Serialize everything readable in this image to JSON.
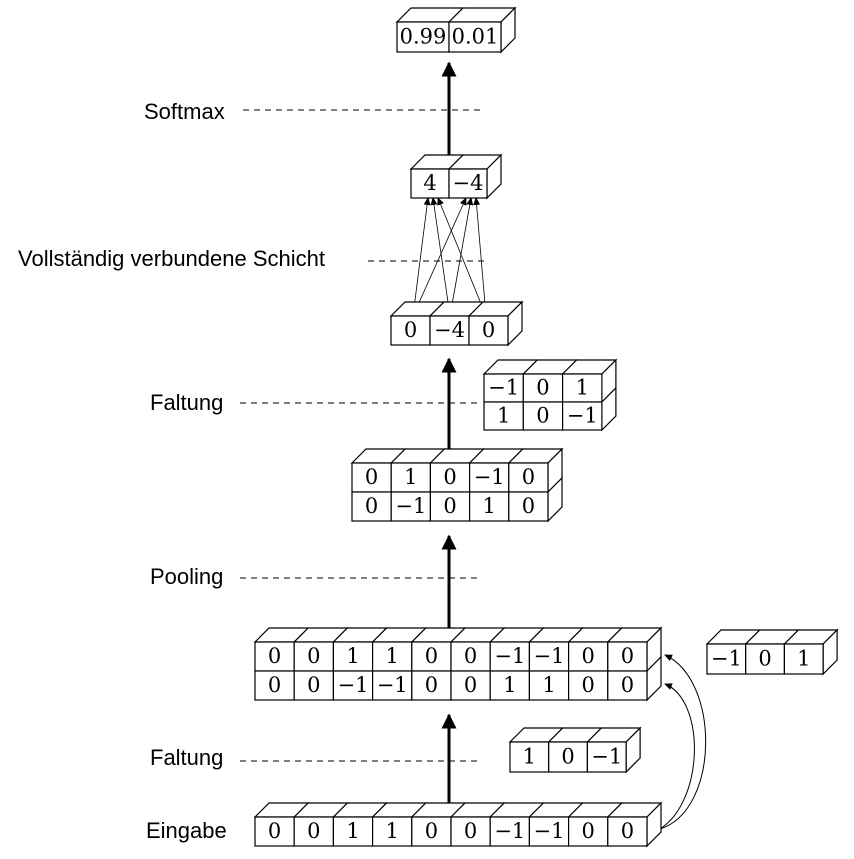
{
  "labels": {
    "softmax": "Softmax",
    "fully_connected": "Vollständig verbundene Schicht",
    "conv2": "Faltung",
    "pooling": "Pooling",
    "conv1": "Faltung",
    "input": "Eingabe"
  },
  "layers": {
    "output": [
      [
        "0.99",
        "0.01"
      ]
    ],
    "logits": [
      [
        "4",
        "−4"
      ]
    ],
    "conv2_out": [
      [
        "0",
        "−4",
        "0"
      ]
    ],
    "kernel2": [
      [
        "−1",
        "0",
        "1"
      ],
      [
        "1",
        "0",
        "−1"
      ]
    ],
    "pool_out": [
      [
        "0",
        "1",
        "0",
        "−1",
        "0"
      ],
      [
        "0",
        "−1",
        "0",
        "1",
        "0"
      ]
    ],
    "conv1_out": [
      [
        "0",
        "0",
        "1",
        "1",
        "0",
        "0",
        "−1",
        "−1",
        "0",
        "0"
      ],
      [
        "0",
        "0",
        "−1",
        "−1",
        "0",
        "0",
        "1",
        "1",
        "0",
        "0"
      ]
    ],
    "kernel_side": [
      [
        "−1",
        "0",
        "1"
      ]
    ],
    "kernel1": [
      [
        "1",
        "0",
        "−1"
      ]
    ],
    "input": [
      [
        "0",
        "0",
        "1",
        "1",
        "0",
        "0",
        "−1",
        "−1",
        "0",
        "0"
      ]
    ]
  }
}
